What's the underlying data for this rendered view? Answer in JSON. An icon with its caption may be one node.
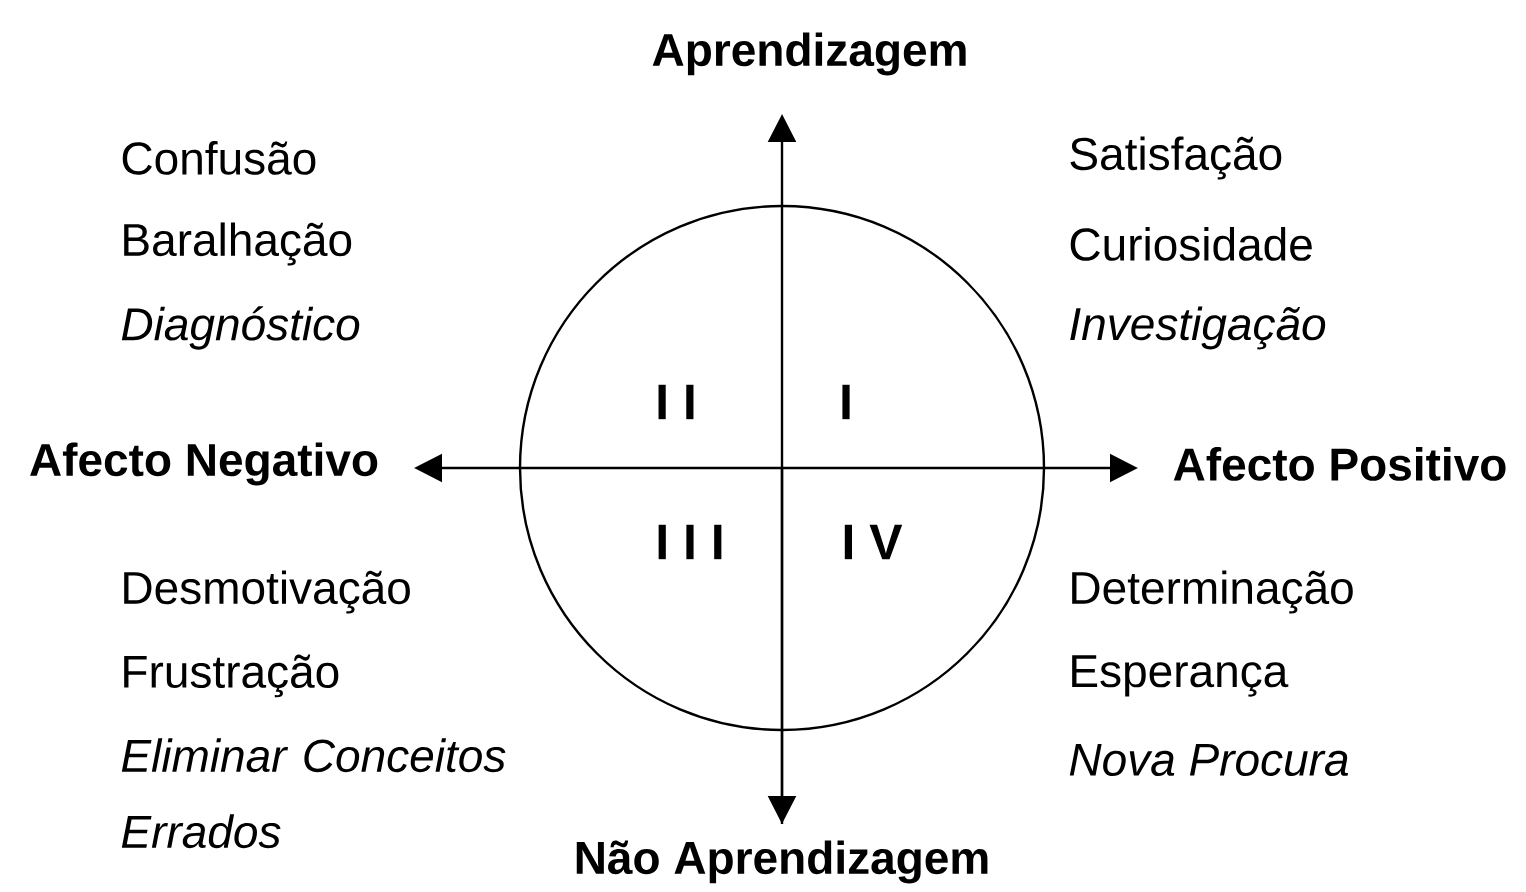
{
  "diagram": {
    "nodes": [
      {
        "text": [
          "I I",
          "I",
          "I I I",
          "I V"
        ]
      }
    ],
    "labels": [
      "Aprendizagem",
      "Confusão",
      "Satisfação",
      "Baralhação",
      "Curiosidade",
      "Diagnóstico",
      "Investigação",
      "Afecto Negativo",
      "Afecto Positivo",
      "Desmotivação",
      "Determinação",
      "Frustração",
      "Esperança",
      "Eliminar Conceitos Errados",
      "Nova Procura",
      "Não Aprendizagem"
    ]
  }
}
